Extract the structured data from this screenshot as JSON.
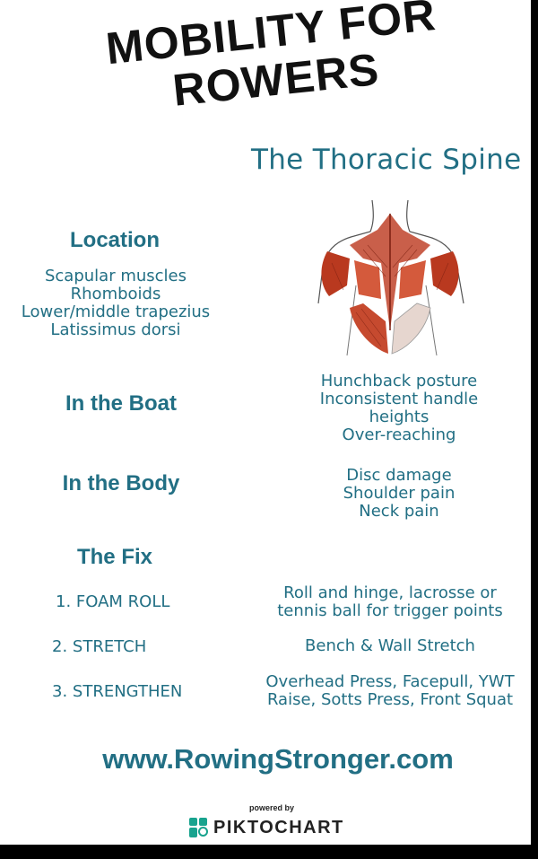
{
  "title": {
    "line1": "MOBILITY FOR",
    "line2": "ROWERS"
  },
  "subtitle": "The Thoracic Spine",
  "location": {
    "heading": "Location",
    "items": [
      "Scapular muscles",
      "Rhomboids",
      "Lower/middle trapezius",
      "Latissimus dorsi"
    ]
  },
  "boat": {
    "heading": "In the Boat",
    "items": [
      "Hunchback posture",
      "Inconsistent handle",
      "heights",
      "Over-reaching"
    ]
  },
  "body": {
    "heading": "In the Body",
    "items": [
      "Disc damage",
      "Shoulder pain",
      "Neck pain"
    ]
  },
  "fix": {
    "heading": "The Fix",
    "steps": [
      {
        "label": "1. FOAM ROLL",
        "detail": [
          "Roll and hinge, lacrosse or",
          "tennis ball for trigger points"
        ]
      },
      {
        "label": "2. STRETCH",
        "detail": [
          "Bench & Wall Stretch"
        ]
      },
      {
        "label": "3. STRENGTHEN",
        "detail": [
          "Overhead Press, Facepull, YWT",
          "Raise, Sotts Press, Front Squat"
        ]
      }
    ]
  },
  "website": "www.RowingStronger.com",
  "footer": {
    "powered_by": "powered by",
    "brand": "PIKTOCHART"
  },
  "colors": {
    "accent": "#226f84",
    "title": "#111111",
    "frame": "#000000",
    "muscle": "#c0432a"
  },
  "icons": {
    "figure": "back-muscles-illustration-icon",
    "logo": "piktochart-logo-icon"
  }
}
